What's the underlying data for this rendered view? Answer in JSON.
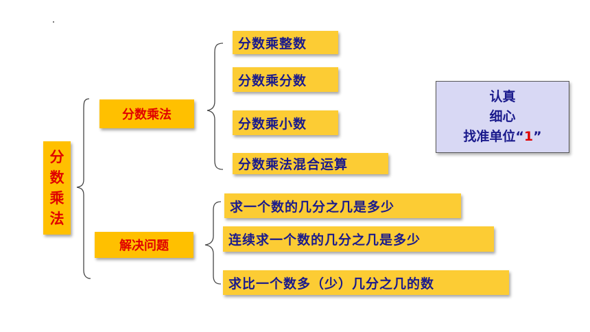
{
  "root": {
    "chars": [
      "分",
      "数",
      "乘",
      "法"
    ]
  },
  "branches": [
    {
      "label": "分数乘法",
      "children": [
        "分数乘整数",
        "分数乘分数",
        "分数乘小数",
        "分数乘法混合运算"
      ]
    },
    {
      "label": "解决问题",
      "children": [
        "求一个数的几分之几是多少",
        "连续求一个数的几分之几是多少",
        "求比一个数多（少）几分之几的数"
      ]
    }
  ],
  "note": {
    "line1": "认真",
    "line2": "细心",
    "line3_prefix": "找准单位“",
    "line3_highlight": "1",
    "line3_suffix": "”"
  },
  "colors": {
    "box_fill": "#ffc000",
    "leaf_text": "#1a1a8c",
    "branch_text": "#e00000",
    "note_fill": "#d8d8f4",
    "highlight": "#e00000"
  }
}
